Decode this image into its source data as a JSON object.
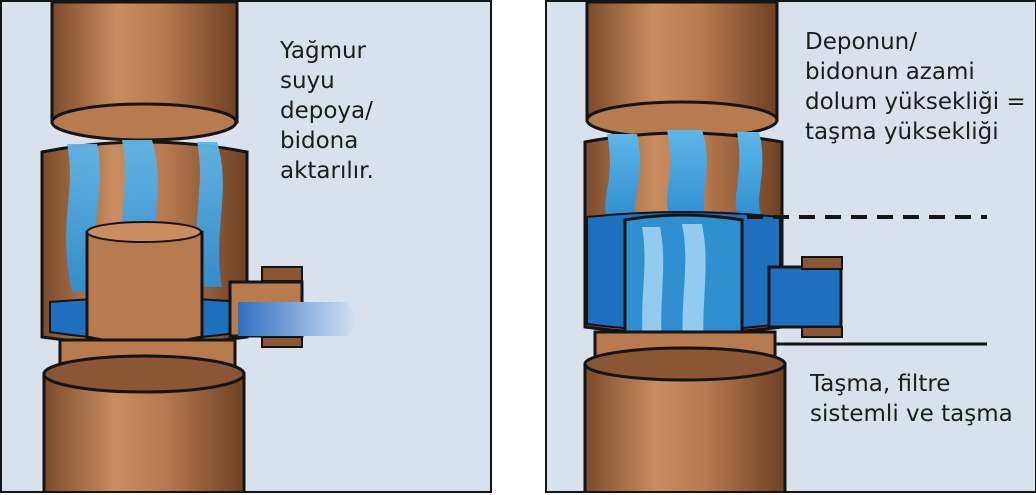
{
  "panels": [
    {
      "caption": "Yağmur\nsuyu\ndepoya/\nbidona\naktarılır."
    },
    {
      "caption_top": "Deponun/\nbidonun azami\ndolum yüksekliği =\ntaşma yüksekliği",
      "caption_bottom": "Taşma, filtre\nsistemli ve taşma"
    }
  ],
  "colors": {
    "panel_bg": "#d9e2ec",
    "pipe_brown": "#b87a4f",
    "pipe_dark": "#7a4a2a",
    "water_blue": "#2f8fd0",
    "water_dark": "#1a5fa8",
    "outline": "#141414"
  }
}
